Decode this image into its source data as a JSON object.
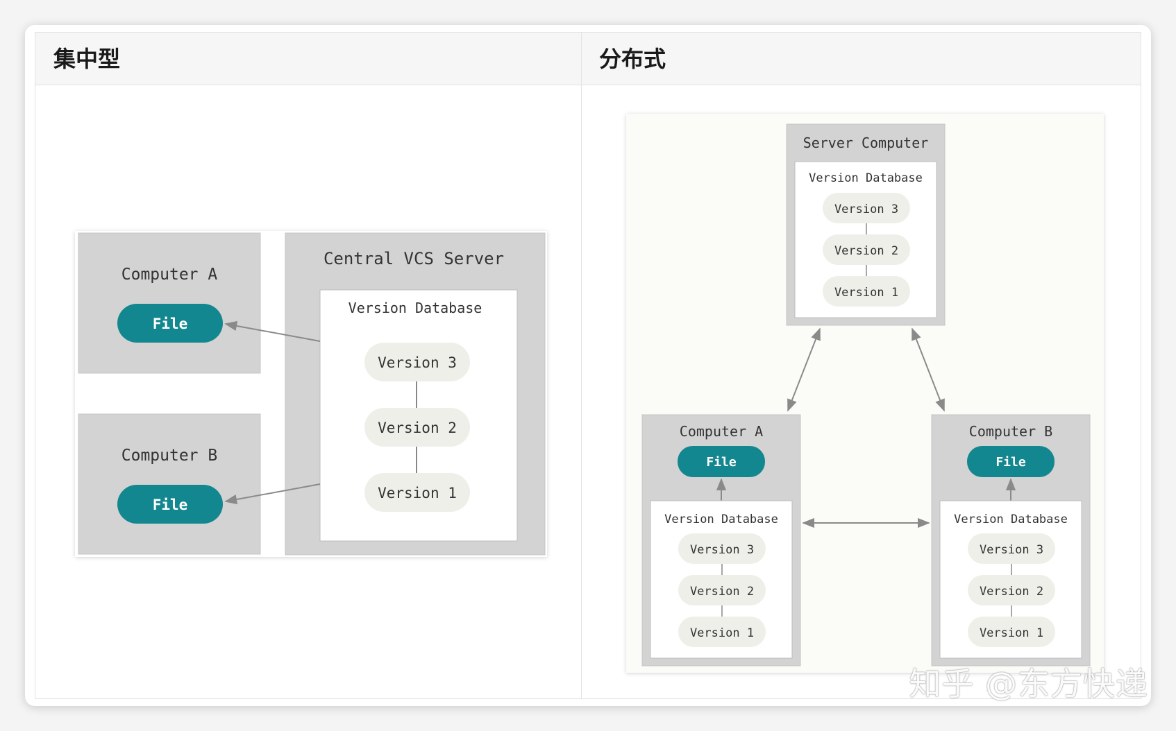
{
  "table": {
    "headers": [
      "集中型",
      "分布式"
    ]
  },
  "centralized": {
    "computer_a": {
      "title": "Computer A",
      "file": "File"
    },
    "computer_b": {
      "title": "Computer B",
      "file": "File"
    },
    "server": {
      "title": "Central VCS Server",
      "db_title": "Version Database",
      "versions": [
        "Version 3",
        "Version 2",
        "Version 1"
      ]
    }
  },
  "distributed": {
    "server": {
      "title": "Server Computer",
      "db_title": "Version Database",
      "versions": [
        "Version 3",
        "Version 2",
        "Version 1"
      ]
    },
    "computer_a": {
      "title": "Computer A",
      "file": "File",
      "db_title": "Version Database",
      "versions": [
        "Version 3",
        "Version 2",
        "Version 1"
      ]
    },
    "computer_b": {
      "title": "Computer B",
      "file": "File",
      "db_title": "Version Database",
      "versions": [
        "Version 3",
        "Version 2",
        "Version 1"
      ]
    }
  },
  "watermark": "知乎 @东方快递",
  "colors": {
    "teal": "#13878f",
    "box_gray": "#d3d3d3",
    "pill": "#efefea",
    "arrow": "#8a8a8a"
  }
}
